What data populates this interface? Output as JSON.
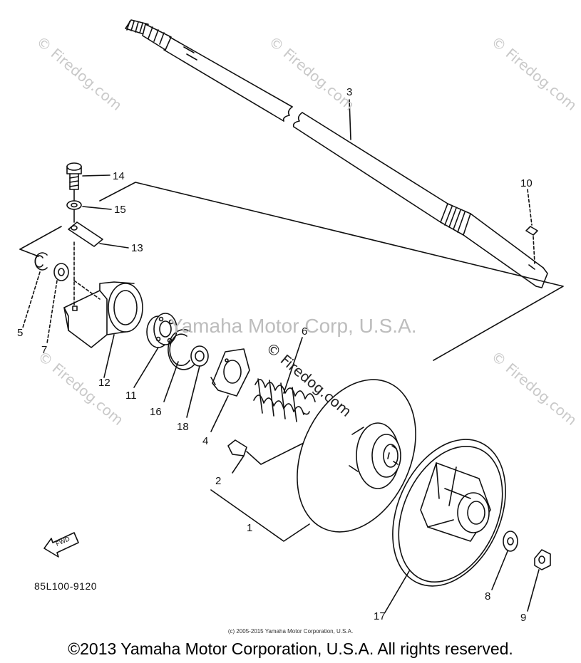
{
  "callouts": [
    "1",
    "2",
    "3",
    "4",
    "5",
    "6",
    "7",
    "8",
    "9",
    "10",
    "11",
    "12",
    "13",
    "14",
    "15",
    "16",
    "17",
    "18"
  ],
  "part_code": "85L100-9120",
  "fwd_label": "FWD",
  "watermarks": {
    "firedog": "© Firedog.com",
    "company": "Yamaha Motor Corp, U.S.A."
  },
  "footer": {
    "small": "(c) 2005-2015 Yamaha Motor Corporation, U.S.A.",
    "main": "©2013 Yamaha Motor Corporation, U.S.A. All rights reserved."
  },
  "colors": {
    "line": "#111111",
    "watermark": "#c9c9c9"
  }
}
